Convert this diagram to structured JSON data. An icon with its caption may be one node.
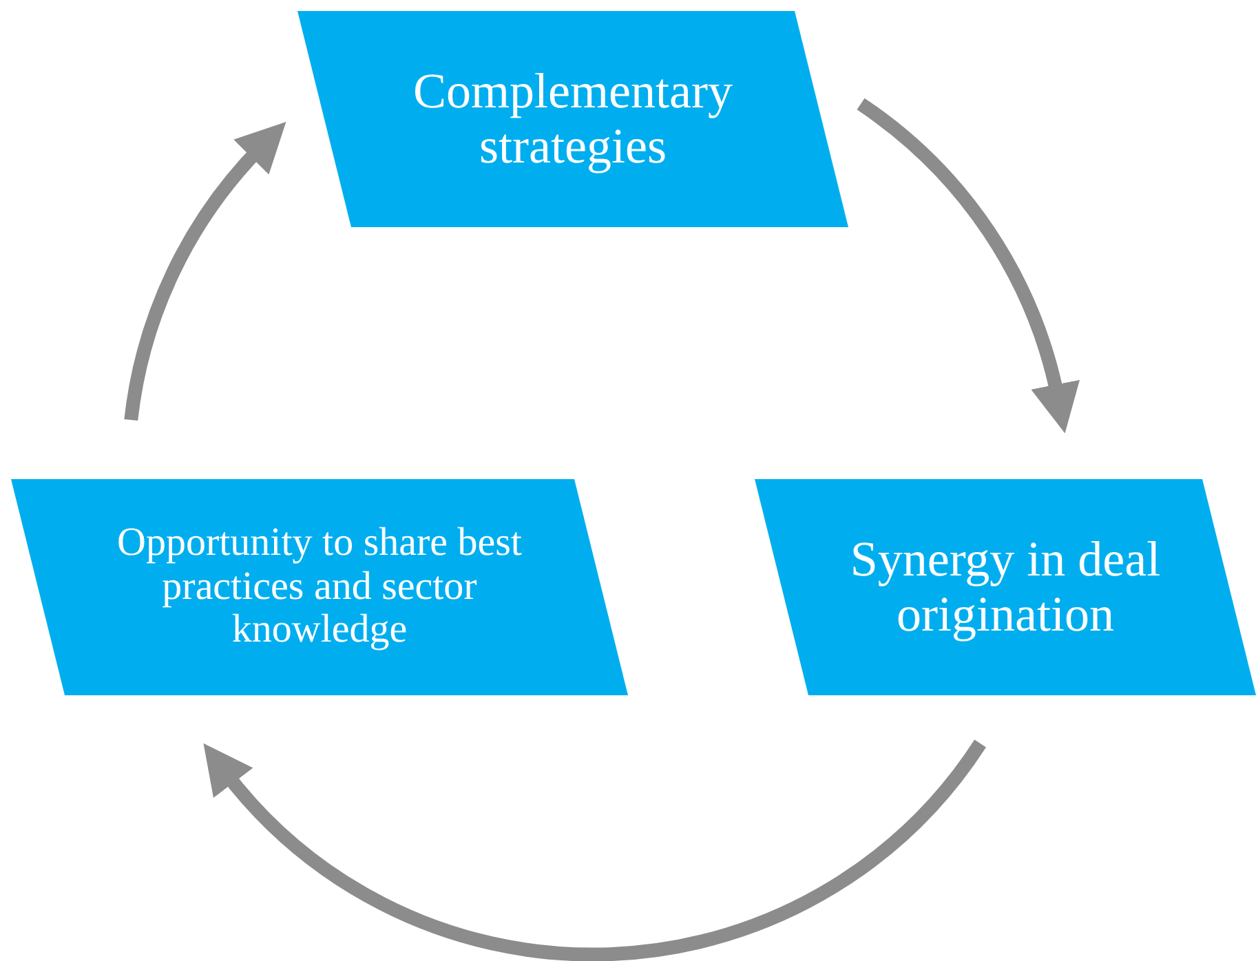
{
  "diagram": {
    "nodes": [
      {
        "text": [
          "Complementary strategies"
        ]
      },
      {
        "text": [
          "Synergy in deal origination"
        ]
      },
      {
        "text": [
          "Opportunity to share best practices and sector knowledge"
        ]
      }
    ],
    "edges": [
      {
        "from": 0,
        "to": 1,
        "arrow": "to"
      },
      {
        "from": 1,
        "to": 2,
        "arrow": "to"
      },
      {
        "from": 2,
        "to": 0,
        "arrow": "to"
      }
    ]
  }
}
